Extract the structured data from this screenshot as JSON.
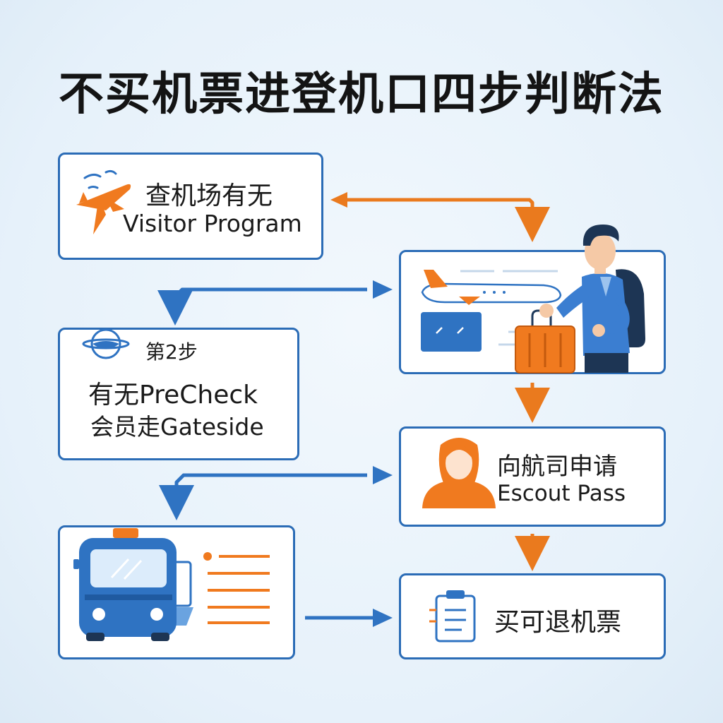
{
  "title": "不买机票进登机口四步判断法",
  "steps": {
    "visitor": {
      "line1": "查机场有无",
      "line2": "Visitor Program"
    },
    "precheck": {
      "step_label": "第2步",
      "line1": "有无PreCheck",
      "line2": "会员走Gateside"
    },
    "escort": {
      "line1": "向航司申请",
      "line2": "Escout Pass"
    },
    "refund": {
      "line1": "买可退机票"
    }
  },
  "icons": {
    "visitor": "airplane-icon",
    "airport_scene": "traveler-with-suitcase-icon",
    "precheck": "globe-icon",
    "escort": "agent-person-icon",
    "shuttle": "bus-icon",
    "refund": "clipboard-icon"
  },
  "colors": {
    "border": "#2b6cb6",
    "arrow_blue": "#2f73c2",
    "arrow_orange": "#ea7a1e",
    "accent_orange": "#f07a1f"
  }
}
